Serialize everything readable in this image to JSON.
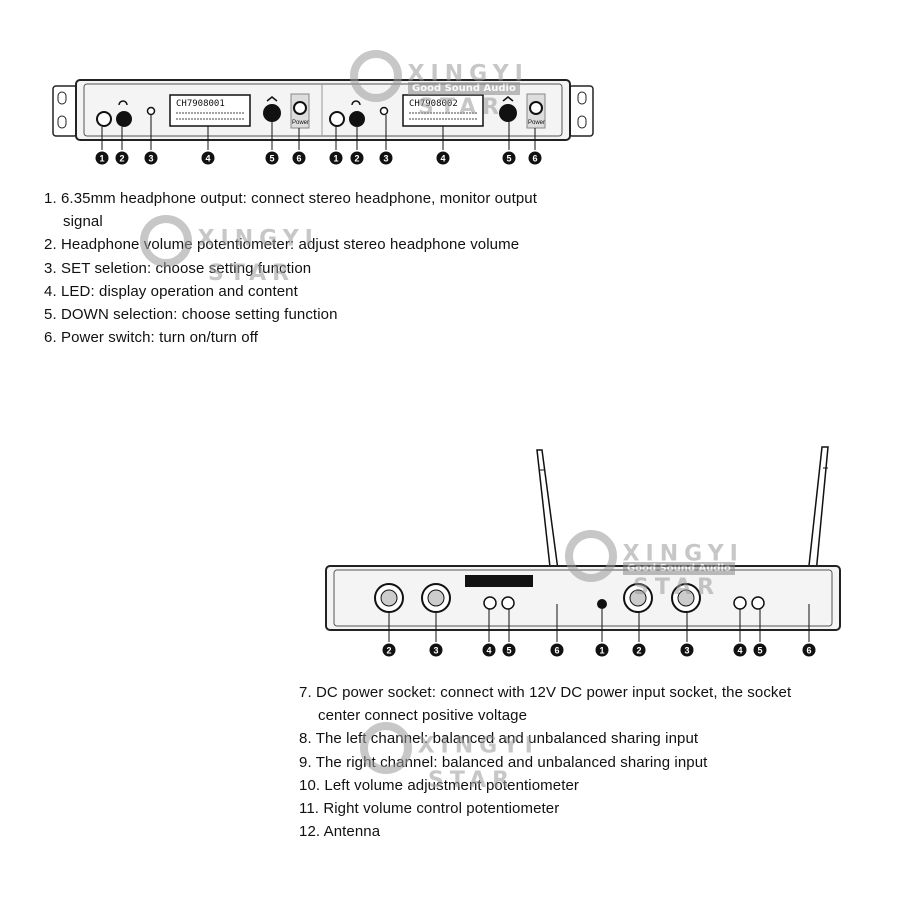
{
  "front_panel": {
    "display_text_1": "CH7908001",
    "display_text_2": "CH7908002",
    "power_label": "Power",
    "callouts": [
      "1",
      "2",
      "3",
      "4",
      "5",
      "6",
      "1",
      "2",
      "3",
      "4",
      "5",
      "6"
    ]
  },
  "front_list": [
    {
      "num": "1.",
      "text": "6.35mm headphone output: connect stereo headphone, monitor output",
      "cont": "signal"
    },
    {
      "num": "2.",
      "text": "Headphone volume potentiometer: adjust stereo headphone volume"
    },
    {
      "num": "3.",
      "text": "SET seletion: choose setting function"
    },
    {
      "num": "4.",
      "text": "LED: display operation and content"
    },
    {
      "num": "5.",
      "text": "DOWN selection: choose setting function"
    },
    {
      "num": "6.",
      "text": "Power switch: turn on/turn off"
    }
  ],
  "rear_panel": {
    "callouts": [
      "2",
      "3",
      "4",
      "5",
      "6",
      "1",
      "2",
      "3",
      "4",
      "5",
      "6"
    ]
  },
  "rear_list": [
    {
      "num": "7.",
      "text": "DC power socket: connect with 12V DC power input socket, the socket",
      "cont": "center connect positive voltage"
    },
    {
      "num": "8.",
      "text": "The left channel: balanced and unbalanced sharing input"
    },
    {
      "num": "9.",
      "text": "The right channel: balanced and unbalanced sharing input"
    },
    {
      "num": "10.",
      "text": "Left volume adjustment potentiometer"
    },
    {
      "num": "11.",
      "text": "Right volume control potentiometer"
    },
    {
      "num": "12.",
      "text": " Antenna"
    }
  ],
  "watermark": {
    "brand": "XINGYI",
    "tagline": "Good Sound Audio",
    "star": "STAR"
  }
}
